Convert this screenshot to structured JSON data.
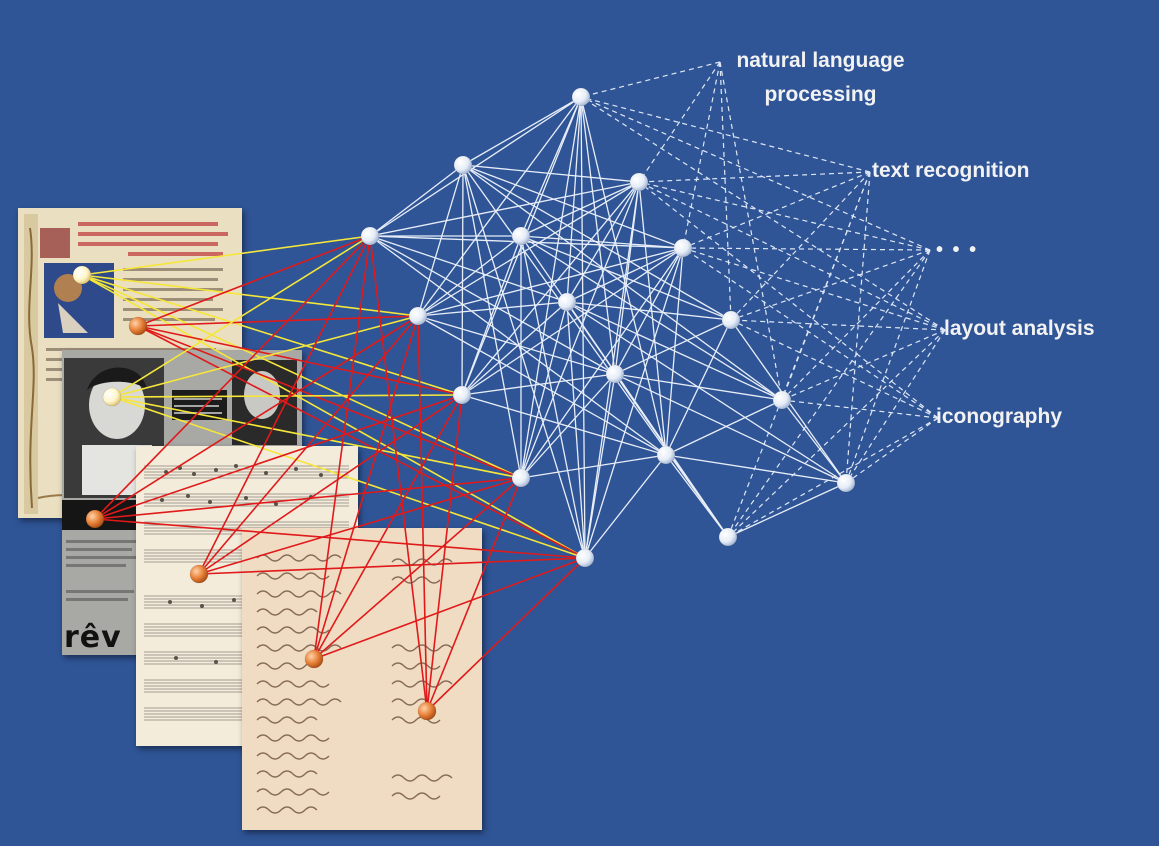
{
  "labels": {
    "nlp_line1": "natural language",
    "nlp_line2": "processing",
    "text_recognition": "text recognition",
    "ellipsis": "• • •",
    "layout_analysis": "layout analysis",
    "iconography": "iconography"
  },
  "documents": {
    "photo_caption_word": "rêv"
  },
  "colors": {
    "background": "#2f5597",
    "hidden_edges": "#e8eef8",
    "output_edges": "#dfe7f5",
    "yellow_edges": "#f5e63a",
    "red_edges": "#e01a1a",
    "node_white": "#ffffff",
    "node_orange": "#e8823a",
    "label_text": "#f2f2f2"
  },
  "icons": {
    "input_node": "orange-sphere",
    "hidden_node": "white-sphere"
  }
}
